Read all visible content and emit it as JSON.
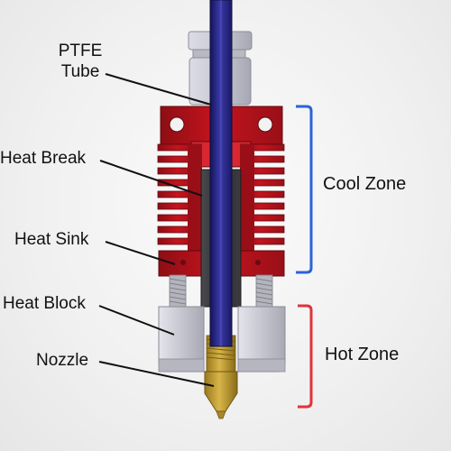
{
  "labels": {
    "ptfe_tube_line1": "PTFE",
    "ptfe_tube_line2": "Tube",
    "heat_break": "Heat Break",
    "heat_sink": "Heat Sink",
    "heat_block": "Heat Block",
    "nozzle": "Nozzle"
  },
  "zones": {
    "cool": "Cool Zone",
    "hot": "Hot Zone"
  },
  "colors": {
    "cool_bracket": "#2a64d8",
    "hot_bracket": "#e0333a",
    "heat_sink_red": "#b8121c",
    "ptfe_blue": "#2c2c8c",
    "heat_block_gray": "#c3c3cc",
    "nozzle_brass": "#c8a43a"
  }
}
